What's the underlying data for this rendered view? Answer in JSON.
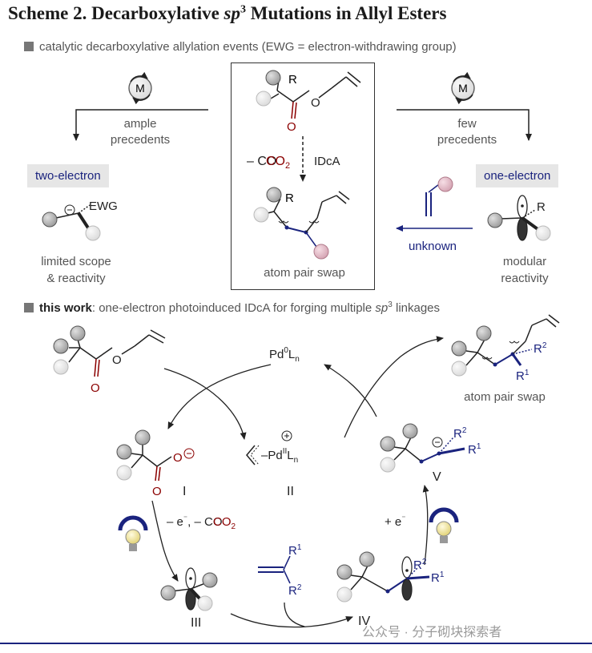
{
  "title": {
    "prefix": "Scheme 2. Decarboxylative ",
    "sp": "sp",
    "sup": "3",
    "suffix": " Mutations in Allyl Esters"
  },
  "section1": "catalytic decarboxylative allylation events (EWG = electron-withdrawing group)",
  "section2": {
    "bold": "this work",
    "rest": ": one-electron photoinduced IDcA for forging multiple ",
    "sp": "sp",
    "sup": "3",
    "tail": " linkages"
  },
  "left_branch": {
    "metal": "M",
    "label1": "ample",
    "label2": "precedents",
    "badge": "two-electron",
    "group": "EWG",
    "charge": "⊖",
    "desc1": "limited scope",
    "desc2": "& reactivity"
  },
  "right_branch": {
    "metal": "M",
    "label1": "few",
    "label2": "precedents",
    "badge": "one-electron",
    "group": "R",
    "desc1": "modular",
    "desc2": "reactivity",
    "arrow_label": "unknown"
  },
  "center_box": {
    "r_label": "R",
    "carbonyl_o": "O",
    "ester_o": "O",
    "co2": "– CO",
    "co2_sub": "2",
    "idca": "IDcA",
    "r_label2": "R",
    "caption": "atom pair swap"
  },
  "cycle": {
    "pd0": "Pd",
    "pd0_sup": "0",
    "pd0_tail": "L",
    "pd0_sub": "n",
    "pd2_prefix": "–Pd",
    "pd2_sup": "II",
    "pd2_tail": "L",
    "pd2_sub": "n",
    "pd2_charge": "⊕",
    "I": "I",
    "II": "II",
    "III": "III",
    "IV": "IV",
    "V": "V",
    "carboxylate_O": "O",
    "carboxylate_charge": "⊖",
    "ester_O_top": "O",
    "ester_O_bot": "O",
    "step_ox_a": "– e",
    "step_ox_b": "⁻",
    "step_ox_c": ", – CO",
    "step_ox_d": "2",
    "step_red_a": "+ e",
    "step_red_b": "⁻",
    "R1": "R",
    "R1_sup": "1",
    "R2": "R",
    "R2_sup": "2",
    "product_caption": "atom pair swap",
    "anion_charge": "⊖"
  },
  "watermark": "公众号 · 分子砌块探索者",
  "colors": {
    "navy": "#1a237e",
    "darkred": "#8b0000",
    "grey_ball": "#b0b0b0",
    "light_ball": "#e8e8e8",
    "pink_ball": "#e8c4cf"
  }
}
